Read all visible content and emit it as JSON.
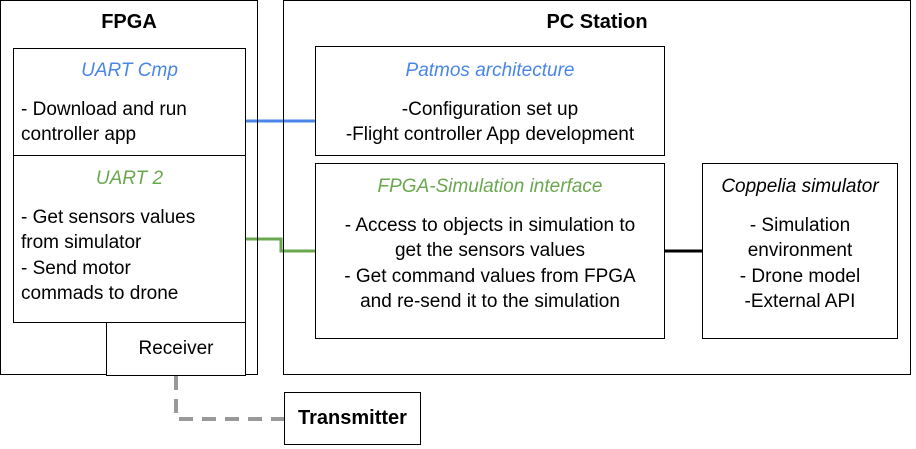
{
  "fpga": {
    "title": "FPGA",
    "uart_cmp": {
      "title": "UART Cmp",
      "line1": "- Download and run",
      "line2": "controller app"
    },
    "uart2": {
      "title": "UART 2",
      "line1": "- Get sensors values",
      "line2": "from simulator",
      "line3": "- Send motor",
      "line4": "commads to drone"
    },
    "receiver": "Receiver"
  },
  "pc_station": {
    "title": "PC Station",
    "patmos": {
      "title": "Patmos architecture",
      "line1": "-Configuration set up",
      "line2": "-Flight controller App development"
    },
    "fpga_sim": {
      "title": "FPGA-Simulation interface",
      "line1": "- Access to objects in simulation to",
      "line2": "get the sensors values",
      "line3": "- Get command values from FPGA",
      "line4": "and re-send it to the simulation"
    },
    "coppelia": {
      "title": "Coppelia simulator",
      "line1": "- Simulation",
      "line2": "environment",
      "line3": "- Drone model",
      "line4": "-External API"
    }
  },
  "transmitter": "Transmitter",
  "colors": {
    "blue_link": "#4a86e8",
    "green_link": "#6aa84f",
    "radio_link": "#999999",
    "black_link": "#000000"
  }
}
